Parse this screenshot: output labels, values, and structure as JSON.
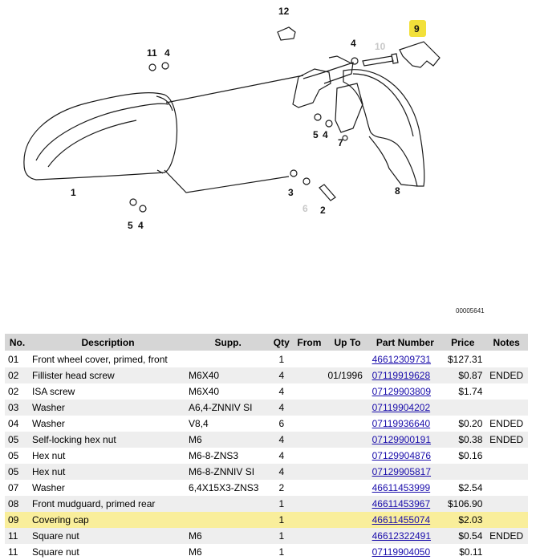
{
  "diagram": {
    "drawing_code": "00005641",
    "callouts": [
      "12",
      "9",
      "4",
      "10",
      "11",
      "4",
      "5",
      "4",
      "7",
      "1",
      "3",
      "6",
      "2",
      "8",
      "5",
      "4"
    ],
    "highlight_color": "#f2e03a"
  },
  "table": {
    "headers": [
      "No.",
      "Description",
      "Supp.",
      "Qty",
      "From",
      "Up To",
      "Part Number",
      "Price",
      "Notes"
    ],
    "rows": [
      {
        "no": "01",
        "desc": "Front wheel cover, primed, front",
        "supp": "",
        "qty": "1",
        "from": "",
        "upto": "",
        "part": "46612309731",
        "price": "$127.31",
        "notes": ""
      },
      {
        "no": "02",
        "desc": "Fillister head screw",
        "supp": "M6X40",
        "qty": "4",
        "from": "",
        "upto": "01/1996",
        "part": "07119919628",
        "price": "$0.87",
        "notes": "ENDED"
      },
      {
        "no": "02",
        "desc": "ISA screw",
        "supp": "M6X40",
        "qty": "4",
        "from": "",
        "upto": "",
        "part": "07129903809",
        "price": "$1.74",
        "notes": ""
      },
      {
        "no": "03",
        "desc": "Washer",
        "supp": "A6,4-ZNNIV SI",
        "qty": "4",
        "from": "",
        "upto": "",
        "part": "07119904202",
        "price": "",
        "notes": ""
      },
      {
        "no": "04",
        "desc": "Washer",
        "supp": "V8,4",
        "qty": "6",
        "from": "",
        "upto": "",
        "part": "07119936640",
        "price": "$0.20",
        "notes": "ENDED"
      },
      {
        "no": "05",
        "desc": "Self-locking hex nut",
        "supp": "M6",
        "qty": "4",
        "from": "",
        "upto": "",
        "part": "07129900191",
        "price": "$0.38",
        "notes": "ENDED"
      },
      {
        "no": "05",
        "desc": "Hex nut",
        "supp": "M6-8-ZNS3",
        "qty": "4",
        "from": "",
        "upto": "",
        "part": "07129904876",
        "price": "$0.16",
        "notes": ""
      },
      {
        "no": "05",
        "desc": "Hex nut",
        "supp": "M6-8-ZNNIV SI",
        "qty": "4",
        "from": "",
        "upto": "",
        "part": "07129905817",
        "price": "",
        "notes": ""
      },
      {
        "no": "07",
        "desc": "Washer",
        "supp": "6,4X15X3-ZNS3",
        "qty": "2",
        "from": "",
        "upto": "",
        "part": "46611453999",
        "price": "$2.54",
        "notes": ""
      },
      {
        "no": "08",
        "desc": "Front mudguard, primed rear",
        "supp": "",
        "qty": "1",
        "from": "",
        "upto": "",
        "part": "46611453967",
        "price": "$106.90",
        "notes": ""
      },
      {
        "no": "09",
        "desc": "Covering cap",
        "supp": "",
        "qty": "1",
        "from": "",
        "upto": "",
        "part": "46611455074",
        "price": "$2.03",
        "notes": ""
      },
      {
        "no": "11",
        "desc": "Square nut",
        "supp": "M6",
        "qty": "1",
        "from": "",
        "upto": "",
        "part": "46612322491",
        "price": "$0.54",
        "notes": "ENDED"
      },
      {
        "no": "11",
        "desc": "Square nut",
        "supp": "M6",
        "qty": "1",
        "from": "",
        "upto": "",
        "part": "07119904050",
        "price": "$0.11",
        "notes": ""
      }
    ],
    "highlight_row": 10,
    "colors": {
      "header": "#d6d6d6",
      "stripe": "#eeeeee",
      "highlight": "#f9ee9b",
      "link": "#1a0dab"
    }
  }
}
